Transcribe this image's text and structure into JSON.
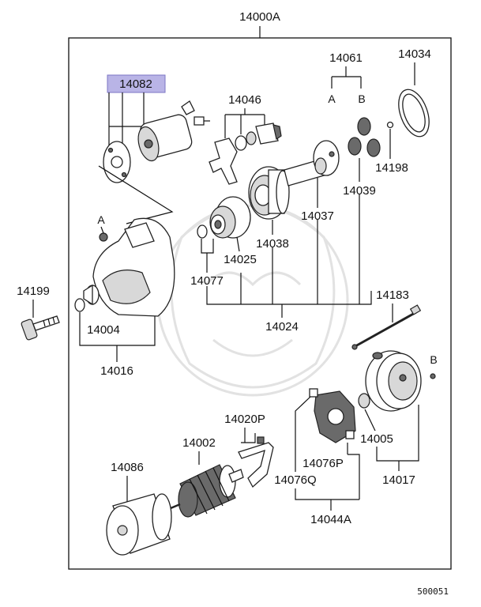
{
  "diagram": {
    "assembly_label": "14000A",
    "catalog_code": "500051",
    "highlight_color": "#b9b4e6",
    "parts": {
      "p14082": "14082",
      "p14046": "14046",
      "p14061": "14061",
      "p14061_a": "A",
      "p14061_b": "B",
      "p14034": "14034",
      "p14198": "14198",
      "p14039": "14039",
      "p14037": "14037",
      "p14038": "14038",
      "p14025": "14025",
      "p14077": "14077",
      "p14024": "14024",
      "p14183": "14183",
      "p14199": "14199",
      "p14004": "14004",
      "p14016": "14016",
      "p14020p": "14020P",
      "p14002": "14002",
      "p14086": "14086",
      "p14005": "14005",
      "p14017": "14017",
      "p14076p": "14076P",
      "p14076q": "14076Q",
      "p14044a": "14044A",
      "ref_a": "A",
      "ref_b": "B"
    }
  }
}
